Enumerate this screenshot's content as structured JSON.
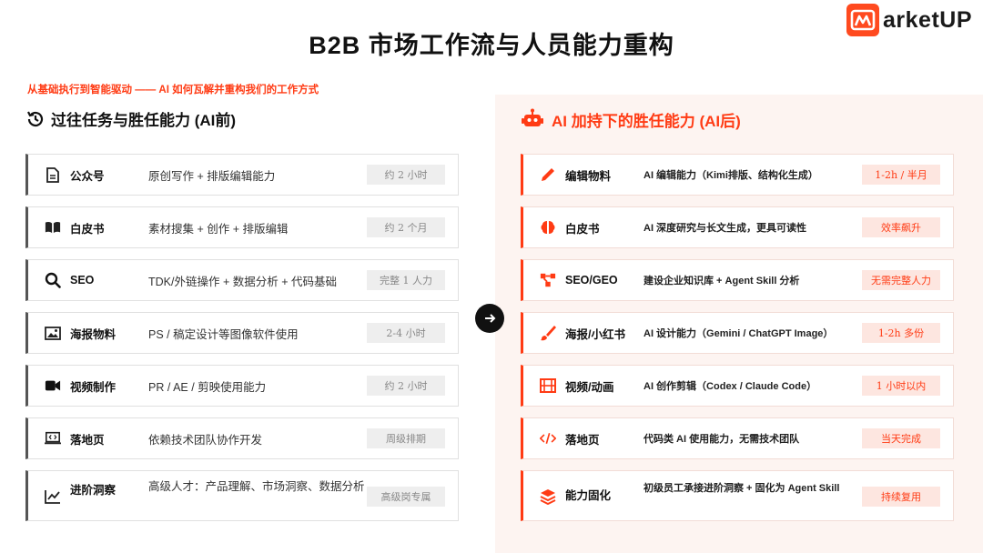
{
  "title": "B2B 市场工作流与人员能力重构",
  "logo": {
    "text": "arketUP",
    "icon": "marketup-m-logo"
  },
  "subtitle": "从基础执行到智能驱动 —— AI 如何瓦解并重构我们的工作方式",
  "colors": {
    "accent": "#ff3b14",
    "accent_bg": "#fdf4f1",
    "tag_bg_left": "#eeeeee",
    "tag_bg_right": "#fde6e0"
  },
  "before": {
    "heading": "过往任务与胜任能力 (AI前)",
    "icon": "history-icon",
    "rows": [
      {
        "name": "公众号",
        "icon": "document-icon",
        "desc": "原创写作 + 排版编辑能力",
        "tag": "约 2 小时"
      },
      {
        "name": "白皮书",
        "icon": "book-icon",
        "desc": "素材搜集 + 创作 + 排版编辑",
        "tag": "约 2 个月"
      },
      {
        "name": "SEO",
        "icon": "search-icon",
        "desc": "TDK/外链操作 + 数据分析 + 代码基础",
        "tag": "完整 1 人力"
      },
      {
        "name": "海报物料",
        "icon": "image-icon",
        "desc": "PS / 稿定设计等图像软件使用",
        "tag": "2-4 小时"
      },
      {
        "name": "视频制作",
        "icon": "video-icon",
        "desc": "PR / AE / 剪映使用能力",
        "tag": "约 2 小时"
      },
      {
        "name": "落地页",
        "icon": "laptop-code-icon",
        "desc": "依赖技术团队协作开发",
        "tag": "周级排期"
      },
      {
        "name": "进阶洞察",
        "icon": "chart-line-icon",
        "desc": "高级人才：产品理解、市场洞察、数据分析",
        "tag": "高级岗专属"
      }
    ]
  },
  "after": {
    "heading": "AI 加持下的胜任能力 (AI后)",
    "icon": "robot-icon",
    "rows": [
      {
        "name": "编辑物料",
        "icon": "pen-icon",
        "desc": "AI 编辑能力（Kimi排版、结构化生成）",
        "tag": "1-2h / 半月"
      },
      {
        "name": "白皮书",
        "icon": "brain-icon",
        "desc": "AI 深度研究与长文生成，更具可读性",
        "tag": "效率飙升"
      },
      {
        "name": "SEO/GEO",
        "icon": "network-icon",
        "desc": "建设企业知识库 + Agent Skill 分析",
        "tag": "无需完整人力"
      },
      {
        "name": "海报/小红书",
        "icon": "brush-icon",
        "desc": "AI 设计能力（Gemini / ChatGPT Image）",
        "tag": "1-2h 多份"
      },
      {
        "name": "视频/动画",
        "icon": "film-icon",
        "desc": "AI 创作剪辑（Codex / Claude Code）",
        "tag": "1 小时以内"
      },
      {
        "name": "落地页",
        "icon": "code-icon",
        "desc": "代码类 AI 使用能力，无需技术团队",
        "tag": "当天完成"
      },
      {
        "name": "能力固化",
        "icon": "layers-icon",
        "desc": "初级员工承接进阶洞察 + 固化为 Agent Skill",
        "tag": "持续复用"
      }
    ]
  },
  "transition_icon": "arrow-right-icon"
}
